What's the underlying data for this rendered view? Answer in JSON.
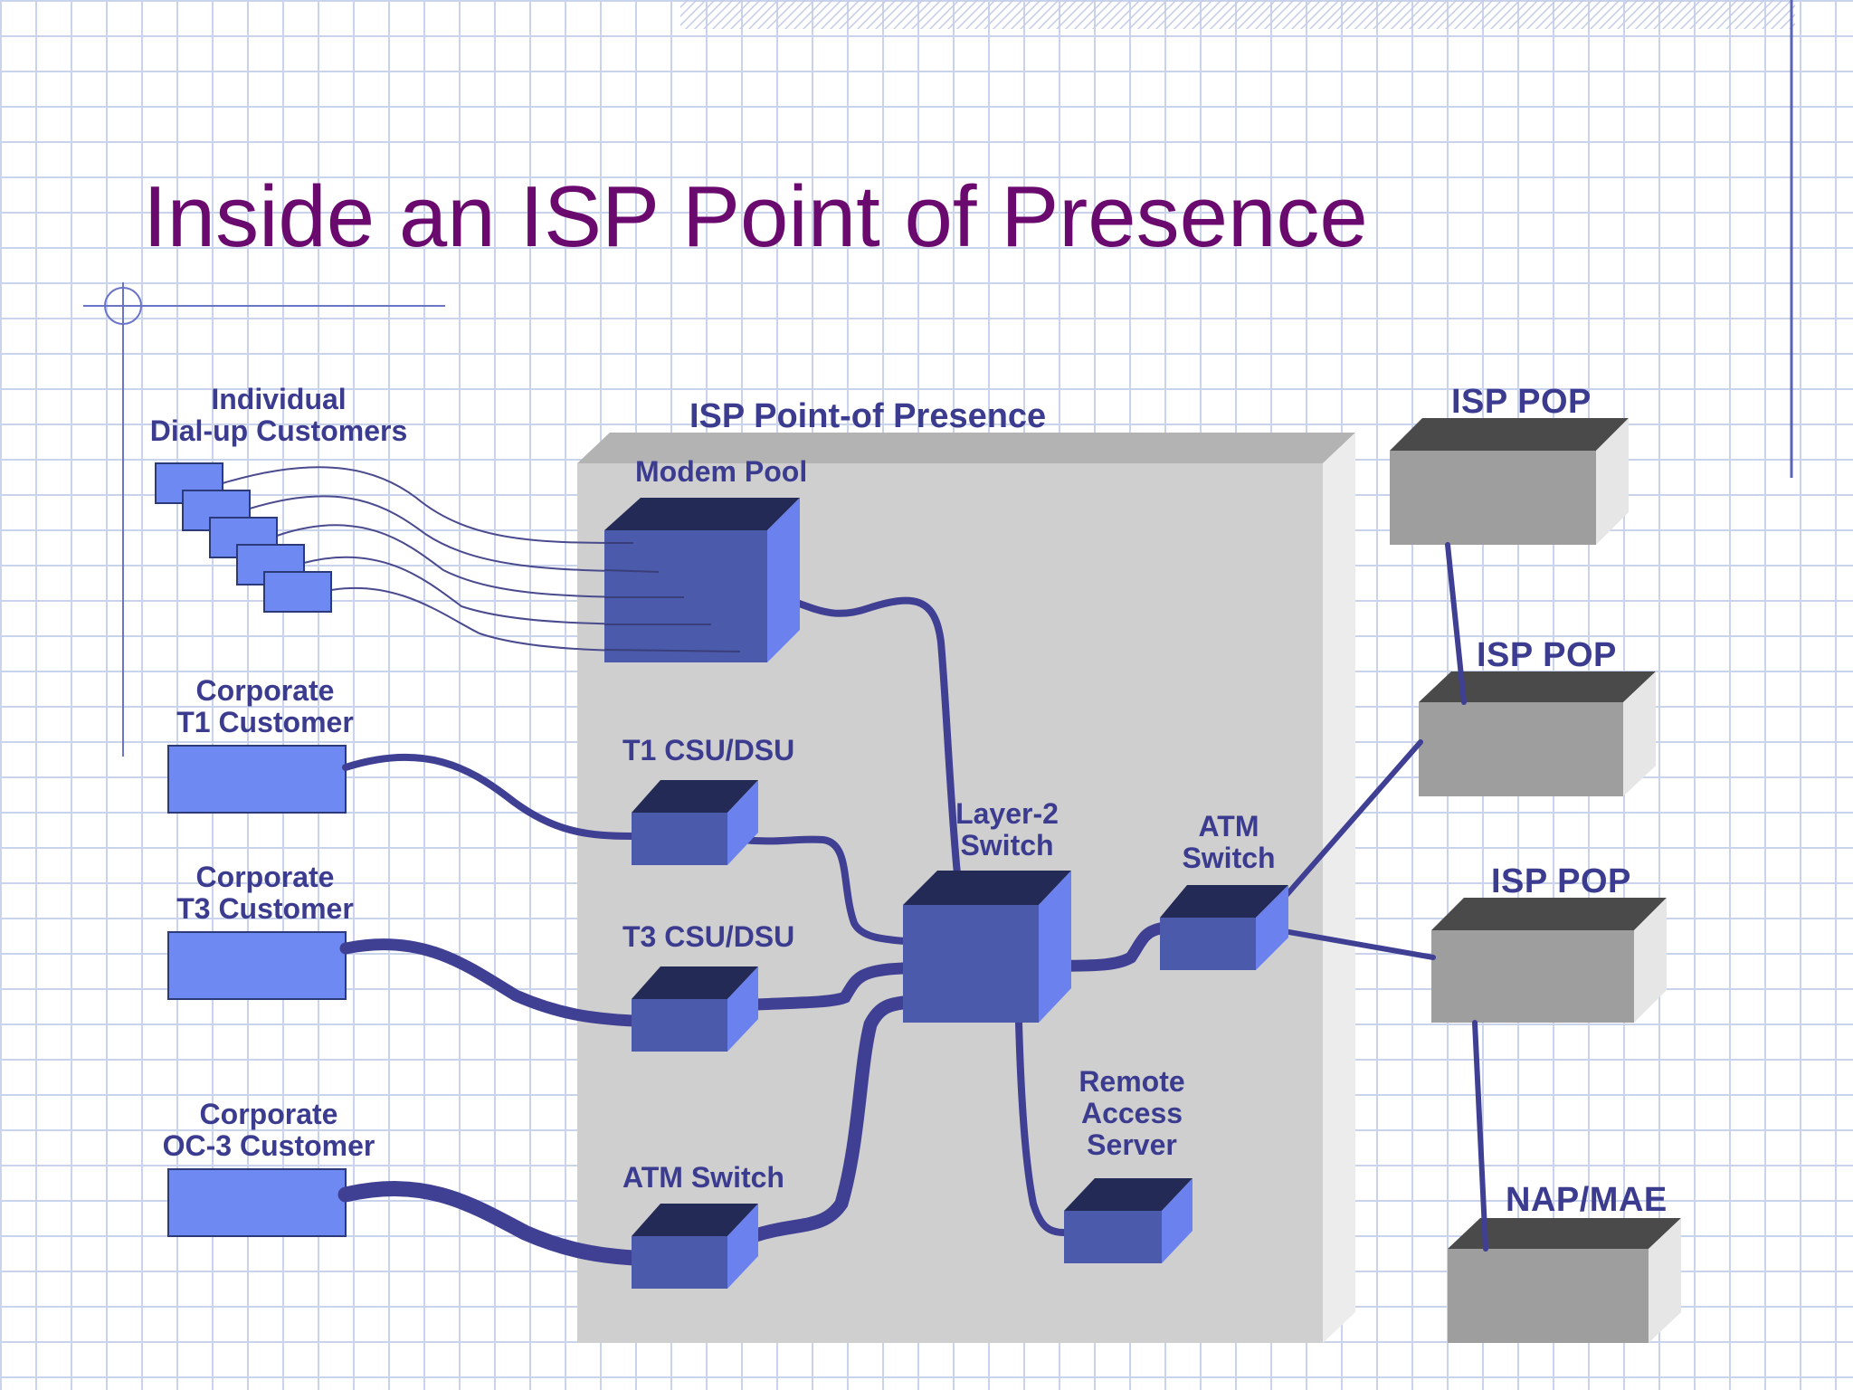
{
  "title": "Inside an ISP Point of Presence",
  "region_label": "ISP Point-of Presence",
  "customers": {
    "dialup": [
      "Individual",
      "Dial-up Customers"
    ],
    "t1": [
      "Corporate",
      "T1 Customer"
    ],
    "t3": [
      "Corporate",
      "T3 Customer"
    ],
    "oc3": [
      "Corporate",
      "OC-3 Customer"
    ]
  },
  "devices": {
    "modem_pool": "Modem Pool",
    "t1_csu": "T1 CSU/DSU",
    "t3_csu": "T3 CSU/DSU",
    "atm_switch_left": "ATM Switch",
    "layer2": [
      "Layer-2",
      "Switch"
    ],
    "atm_switch_right": [
      "ATM",
      "Switch"
    ],
    "ras": [
      "Remote",
      "Access",
      "Server"
    ]
  },
  "external": {
    "pop1": "ISP POP",
    "pop2": "ISP POP",
    "pop3": "ISP POP",
    "nap": "NAP/MAE"
  },
  "colors": {
    "title": "#6b0a6e",
    "label": "#3b3c8f",
    "customer_fill": "#6e89f2",
    "device_front": "#4b5aab",
    "device_top": "#232a55",
    "device_side": "#6b82ee",
    "wire": "#3f3f93",
    "pop_front": "#9e9e9e",
    "pop_top": "#4a4a4a",
    "pop_side": "#e6e6e6",
    "container": "#cfcfcf"
  }
}
